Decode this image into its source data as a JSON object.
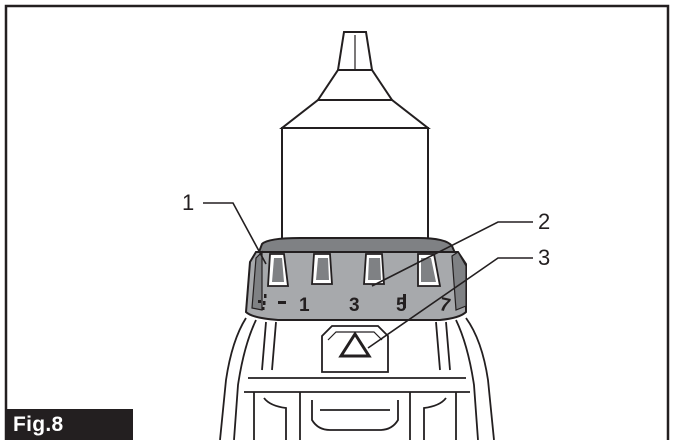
{
  "figure": {
    "label": "Fig.8"
  },
  "callouts": [
    {
      "number": "1"
    },
    {
      "number": "2"
    },
    {
      "number": "3"
    }
  ],
  "dial": {
    "marks": [
      {
        "text": "1"
      },
      {
        "text": "3"
      },
      {
        "text": "5"
      },
      {
        "text": "7"
      }
    ]
  },
  "colors": {
    "ink": "#231f20",
    "ring_gray": "#a7a9ac",
    "ring_dark": "#7f8184",
    "background": "#ffffff"
  }
}
